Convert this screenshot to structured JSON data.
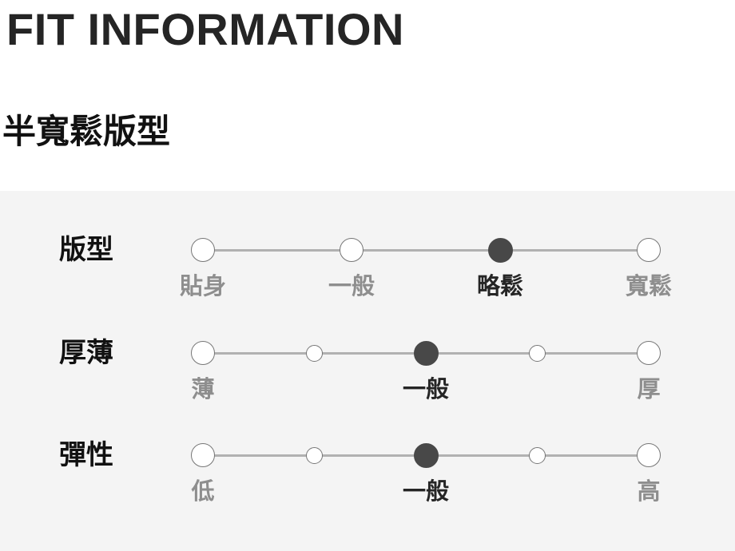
{
  "header": {
    "title": "FIT INFORMATION",
    "subtitle": "半寬鬆版型"
  },
  "colors": {
    "panel_bg": "#f4f4f4",
    "track_line": "#b1b1b1",
    "dot_border": "#767676",
    "dot_fill": "#ffffff",
    "dot_selected": "#484848",
    "label_gray": "#8e8e8e",
    "text_black": "#252525",
    "text_dark": "#111111"
  },
  "fit_chart": {
    "rows": [
      {
        "name": "版型",
        "points": [
          {
            "label": "貼身",
            "size": "large",
            "selected": false
          },
          {
            "label": "一般",
            "size": "large",
            "selected": false
          },
          {
            "label": "略鬆",
            "size": "large",
            "selected": true
          },
          {
            "label": "寬鬆",
            "size": "large",
            "selected": false
          }
        ]
      },
      {
        "name": "厚薄",
        "points": [
          {
            "label": "薄",
            "size": "large",
            "selected": false
          },
          {
            "label": "",
            "size": "small",
            "selected": false
          },
          {
            "label": "一般",
            "size": "large",
            "selected": true
          },
          {
            "label": "",
            "size": "small",
            "selected": false
          },
          {
            "label": "厚",
            "size": "large",
            "selected": false
          }
        ]
      },
      {
        "name": "彈性",
        "points": [
          {
            "label": "低",
            "size": "large",
            "selected": false
          },
          {
            "label": "",
            "size": "small",
            "selected": false
          },
          {
            "label": "一般",
            "size": "large",
            "selected": true
          },
          {
            "label": "",
            "size": "small",
            "selected": false
          },
          {
            "label": "高",
            "size": "large",
            "selected": false
          }
        ]
      }
    ]
  }
}
